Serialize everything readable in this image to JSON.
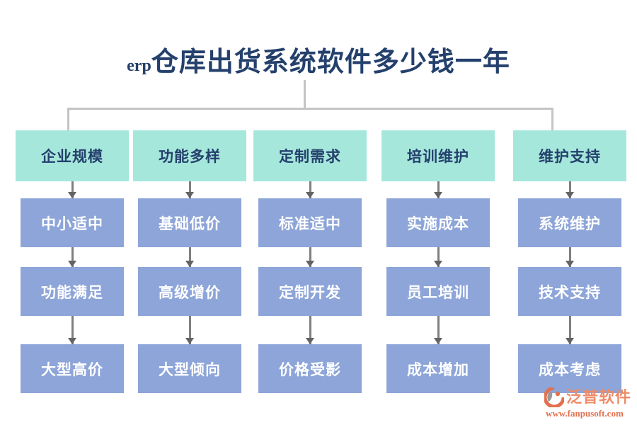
{
  "title": {
    "latin": "erp",
    "main": "仓库出货系统软件多少钱一年"
  },
  "columns": [
    {
      "header": "企业规模",
      "items": [
        "中小适中",
        "功能满足",
        "大型高价"
      ]
    },
    {
      "header": "功能多样",
      "items": [
        "基础低价",
        "高级增价",
        "大型倾向"
      ]
    },
    {
      "header": "定制需求",
      "items": [
        "标准适中",
        "定制开发",
        "价格受影"
      ]
    },
    {
      "header": "培训维护",
      "items": [
        "实施成本",
        "员工培训",
        "成本增加"
      ]
    },
    {
      "header": "维护支持",
      "items": [
        "系统维护",
        "技术支持",
        "成本考虑"
      ]
    }
  ],
  "watermark": {
    "brand": "泛普软件",
    "url": "www.fanpusoft.com"
  },
  "colors": {
    "header_bg": "#a6e7dc",
    "item_bg": "#8da5d8",
    "title_text": "#24406c",
    "item_text": "#ffffff",
    "connector": "#c4c4c4",
    "arrow": "#7f7f7f",
    "brand": "#ee8b69",
    "brand_url": "#e2704e"
  }
}
